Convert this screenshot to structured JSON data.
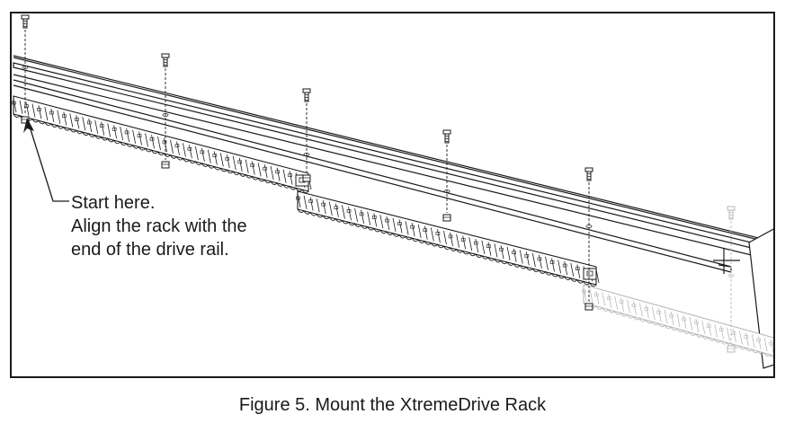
{
  "callout": {
    "line1": "Start here.",
    "line2": "Align the rack with the",
    "line3": "end of the drive rail."
  },
  "caption": "Figure 5. Mount the XtremeDrive Rack",
  "colors": {
    "line": "#1a1a1a",
    "ghost": "#b8b8b8",
    "paper": "#ffffff"
  },
  "icons": [
    "screw-icon",
    "nut-icon",
    "arrow-icon"
  ]
}
